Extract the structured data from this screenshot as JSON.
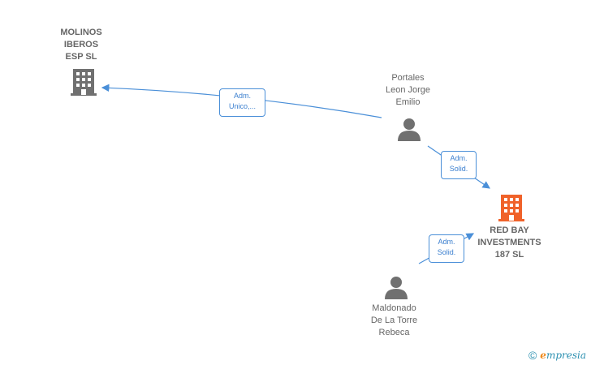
{
  "nodes": {
    "molinos": {
      "label": "MOLINOS\nIBEROS\nESP  SL",
      "type": "company"
    },
    "portales": {
      "label": "Portales\nLeon Jorge\nEmilio",
      "type": "person"
    },
    "redbay": {
      "label": "RED BAY\nINVESTMENTS\n187  SL",
      "type": "company-target"
    },
    "maldonado": {
      "label": "Maldonado\nDe La Torre\nRebeca",
      "type": "person"
    }
  },
  "edges": {
    "e1": {
      "line1": "Adm.",
      "line2": "Unico,..."
    },
    "e2": {
      "line1": "Adm.",
      "line2": "Solid."
    },
    "e3": {
      "line1": "Adm.",
      "line2": "Solid."
    }
  },
  "footer": {
    "copyright": "©",
    "brand_initial": "e",
    "brand_rest": "mpresia"
  },
  "colors": {
    "edge": "#4a8fd8",
    "company_icon": "#707070",
    "target_icon": "#f0622a",
    "person_icon": "#707070"
  }
}
